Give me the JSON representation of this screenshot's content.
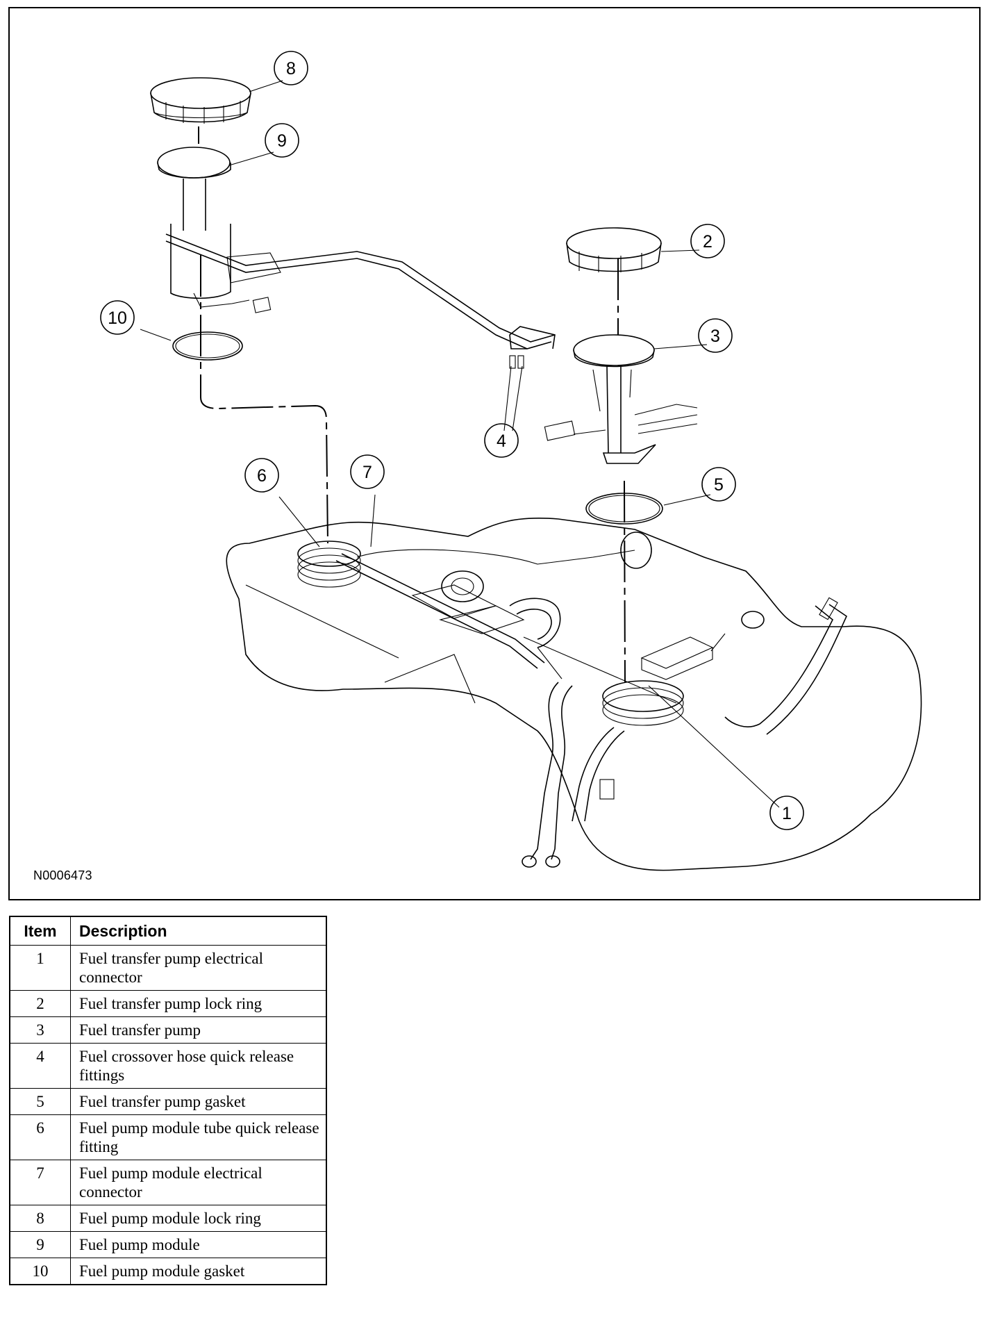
{
  "figure": {
    "code": "N0006473",
    "callouts": [
      {
        "number": "1",
        "label": "Fuel transfer pump electrical connector"
      },
      {
        "number": "2",
        "label": "Fuel transfer pump lock ring"
      },
      {
        "number": "3",
        "label": "Fuel transfer pump"
      },
      {
        "number": "4",
        "label": "Fuel crossover hose quick release fittings"
      },
      {
        "number": "5",
        "label": "Fuel transfer pump gasket"
      },
      {
        "number": "6",
        "label": "Fuel pump module tube quick release fitting"
      },
      {
        "number": "7",
        "label": "Fuel pump module electrical connector"
      },
      {
        "number": "8",
        "label": "Fuel pump module lock ring"
      },
      {
        "number": "9",
        "label": "Fuel pump module"
      },
      {
        "number": "10",
        "label": "Fuel pump module gasket"
      }
    ]
  },
  "legend": {
    "headers": {
      "item": "Item",
      "description": "Description"
    },
    "rows": [
      {
        "item": "1",
        "description": "Fuel transfer pump electrical connector"
      },
      {
        "item": "2",
        "description": "Fuel transfer pump lock ring"
      },
      {
        "item": "3",
        "description": "Fuel transfer pump"
      },
      {
        "item": "4",
        "description": "Fuel crossover hose quick release fittings"
      },
      {
        "item": "5",
        "description": "Fuel transfer pump gasket"
      },
      {
        "item": "6",
        "description": "Fuel pump module tube quick release fitting"
      },
      {
        "item": "7",
        "description": "Fuel pump module electrical connector"
      },
      {
        "item": "8",
        "description": "Fuel pump module lock ring"
      },
      {
        "item": "9",
        "description": "Fuel pump module"
      },
      {
        "item": "10",
        "description": "Fuel pump module gasket"
      }
    ]
  }
}
